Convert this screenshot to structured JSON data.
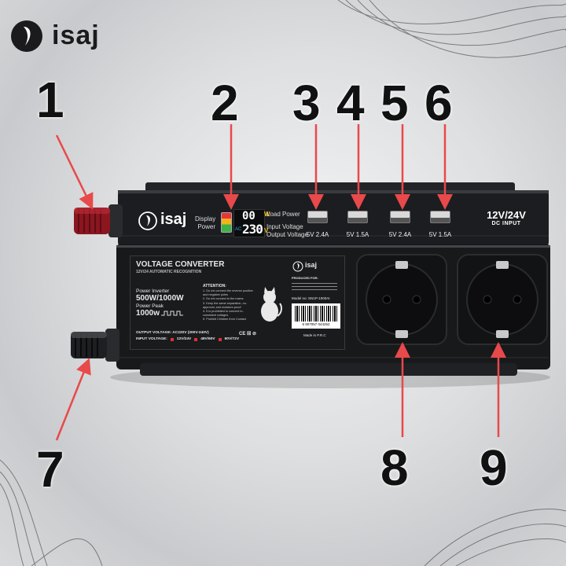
{
  "brand": {
    "name": "isaj"
  },
  "callouts": [
    {
      "number": "1"
    },
    {
      "number": "2"
    },
    {
      "number": "3"
    },
    {
      "number": "4"
    },
    {
      "number": "5"
    },
    {
      "number": "6"
    },
    {
      "number": "7"
    },
    {
      "number": "8"
    },
    {
      "number": "9"
    }
  ],
  "display": {
    "label_line1": "Display",
    "label_line2": "Power",
    "load_power_label": "Load Power",
    "input_voltage_label": "Input Voltage",
    "output_voltage_label": "Output Voltage",
    "power_reading": "00",
    "power_unit": "W",
    "voltage_reading": "230",
    "voltage_unit": "V",
    "ac_label": "AC"
  },
  "usb_ports": [
    {
      "label": "5V 2.4A"
    },
    {
      "label": "5V 1.5A"
    },
    {
      "label": "5V 2.4A"
    },
    {
      "label": "5V 1.5A"
    }
  ],
  "dc_input": {
    "title": "12V/24V",
    "subtitle": "DC INPUT"
  },
  "label_panel": {
    "title": "VOLTAGE CONVERTER",
    "subtitle": "12V/24 AUTOMATIC RECOGNITION",
    "attention": "ATTENTION:",
    "warnings": [
      "1. Do not connect the reverse positive and negative poles",
      "2. Do not connect to the mains",
      "3. Keep the same separation, no-approval, and moisture-proof",
      "4. It is prohibited to connect in-consistent voltages",
      "5. Prohibit Children from Contact"
    ],
    "power_inverter_label": "Power Inverter",
    "power_rating": "500W/1000W",
    "power_peak_label": "Power Peak",
    "peak_value": "1000w",
    "output_voltage": "OUTPUT VOLTAGE: AC220V (200V-240V)",
    "input_voltage_label": "INPUT VOLTAGE:",
    "input_options": [
      "12V/24V",
      "48V/60V",
      "60V/72V"
    ],
    "produced_for": "PRODUCED FOR:",
    "model": "Model no: SN1P-1000AI",
    "barcode": "5 907057 044252",
    "made_in": "Made in P.R.C"
  },
  "colors": {
    "arrow": "#e8494a",
    "body": "#1c1d20",
    "positive_terminal": "#8b1620"
  }
}
